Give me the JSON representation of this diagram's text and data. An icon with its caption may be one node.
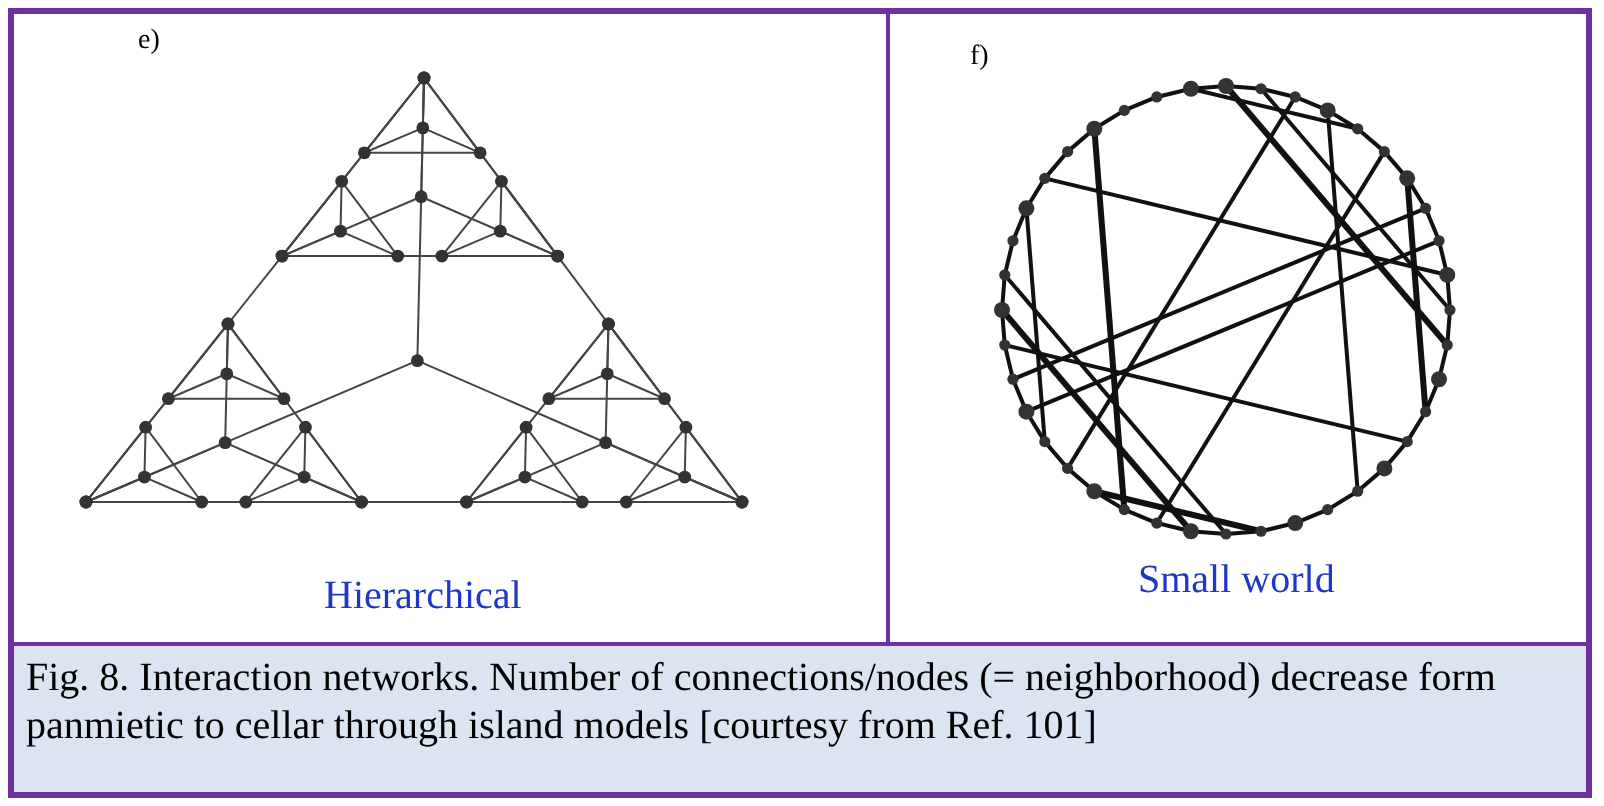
{
  "diagram": {
    "caption": "Fig. 8. Interaction networks.  Number of connections/nodes (= neighborhood) decrease form panmietic to cellar through island models [courtesy from Ref. 101]",
    "labels": [
      "e)",
      "f)",
      "Hierarchical",
      "Small world"
    ]
  }
}
